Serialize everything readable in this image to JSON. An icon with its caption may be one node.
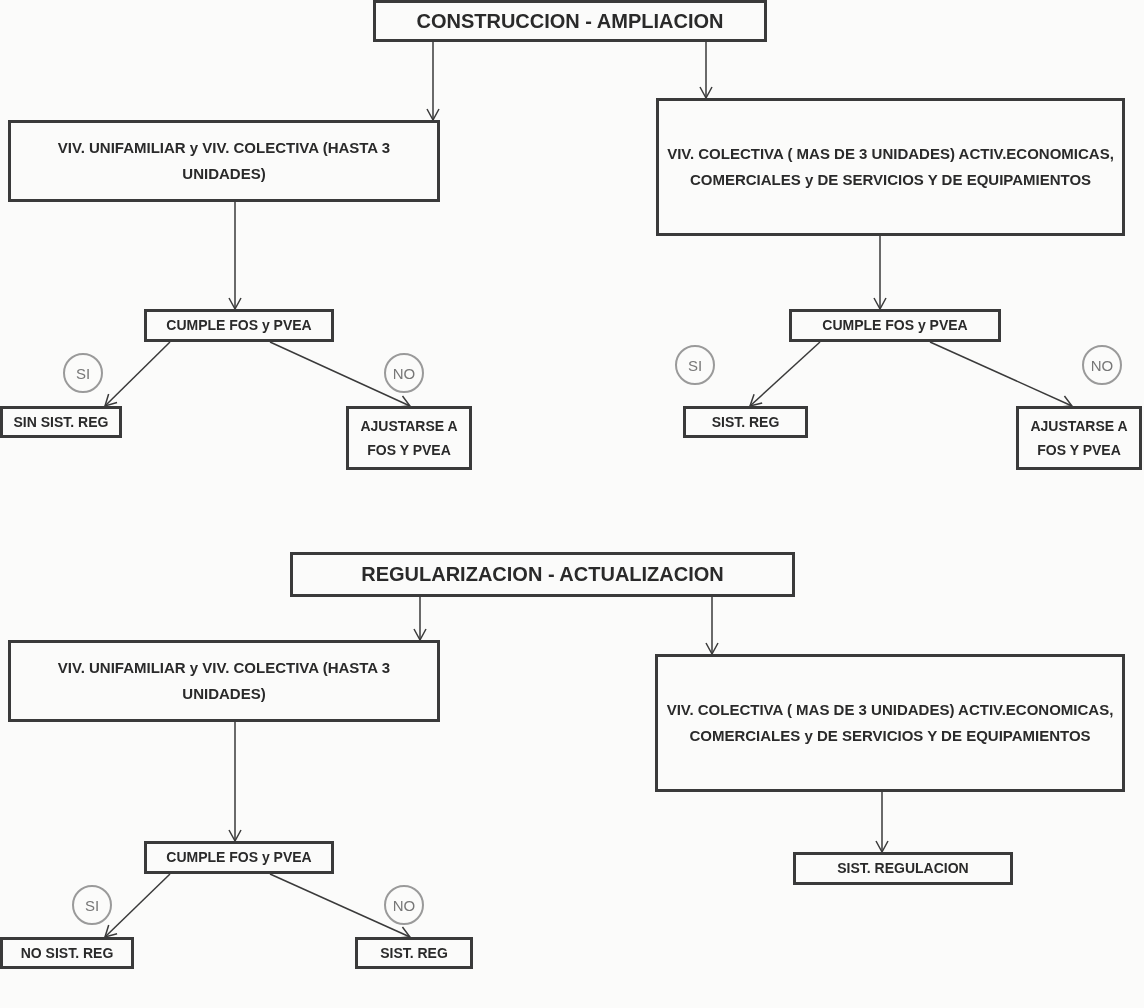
{
  "diagram": {
    "nodes": [
      {
        "text": [
          "CONSTRUCCION - AMPLIACION"
        ]
      },
      {
        "text": [
          "VIV. UNIFAMILIAR y VIV. COLECTIVA (HASTA 3 UNIDADES)"
        ]
      },
      {
        "text": [
          "VIV. COLECTIVA ( MAS DE 3 UNIDADES) ACTIV.ECONOMICAS, COMERCIALES y DE SERVICIOS Y DE EQUIPAMIENTOS"
        ]
      },
      {
        "text": [
          "CUMPLE FOS y PVEA"
        ]
      },
      {
        "text": [
          "SI"
        ]
      },
      {
        "text": [
          "NO"
        ]
      },
      {
        "text": [
          "SIN SIST. REG"
        ]
      },
      {
        "text": [
          "AJUSTARSE A FOS Y PVEA"
        ]
      },
      {
        "text": [
          "CUMPLE FOS y PVEA"
        ]
      },
      {
        "text": [
          "SI"
        ]
      },
      {
        "text": [
          "NO"
        ]
      },
      {
        "text": [
          "SIST. REG"
        ]
      },
      {
        "text": [
          "AJUSTARSE A FOS Y PVEA"
        ]
      },
      {
        "text": [
          "REGULARIZACION - ACTUALIZACION"
        ]
      },
      {
        "text": [
          "VIV. UNIFAMILIAR y VIV. COLECTIVA (HASTA 3 UNIDADES)"
        ]
      },
      {
        "text": [
          "VIV. COLECTIVA ( MAS DE 3 UNIDADES) ACTIV.ECONOMICAS, COMERCIALES y DE SERVICIOS Y DE EQUIPAMIENTOS"
        ]
      },
      {
        "text": [
          "CUMPLE FOS y PVEA"
        ]
      },
      {
        "text": [
          "SI"
        ]
      },
      {
        "text": [
          "NO"
        ]
      },
      {
        "text": [
          "NO SIST. REG"
        ]
      },
      {
        "text": [
          "SIST. REG"
        ]
      },
      {
        "text": [
          "SIST. REGULACION"
        ]
      }
    ],
    "edges": [
      {
        "from": 0,
        "to": 1,
        "arrow": "to"
      },
      {
        "from": 0,
        "to": 2,
        "arrow": "to"
      },
      {
        "from": 1,
        "to": 3,
        "arrow": "to"
      },
      {
        "from": 3,
        "to": 6,
        "arrow": "to"
      },
      {
        "from": 3,
        "to": 7,
        "arrow": "to"
      },
      {
        "from": 2,
        "to": 8,
        "arrow": "to"
      },
      {
        "from": 8,
        "to": 11,
        "arrow": "to"
      },
      {
        "from": 8,
        "to": 12,
        "arrow": "to"
      },
      {
        "from": 13,
        "to": 14,
        "arrow": "to"
      },
      {
        "from": 13,
        "to": 15,
        "arrow": "to"
      },
      {
        "from": 14,
        "to": 16,
        "arrow": "to"
      },
      {
        "from": 16,
        "to": 19,
        "arrow": "to"
      },
      {
        "from": 16,
        "to": 20,
        "arrow": "to"
      },
      {
        "from": 15,
        "to": 21,
        "arrow": "to"
      }
    ]
  }
}
